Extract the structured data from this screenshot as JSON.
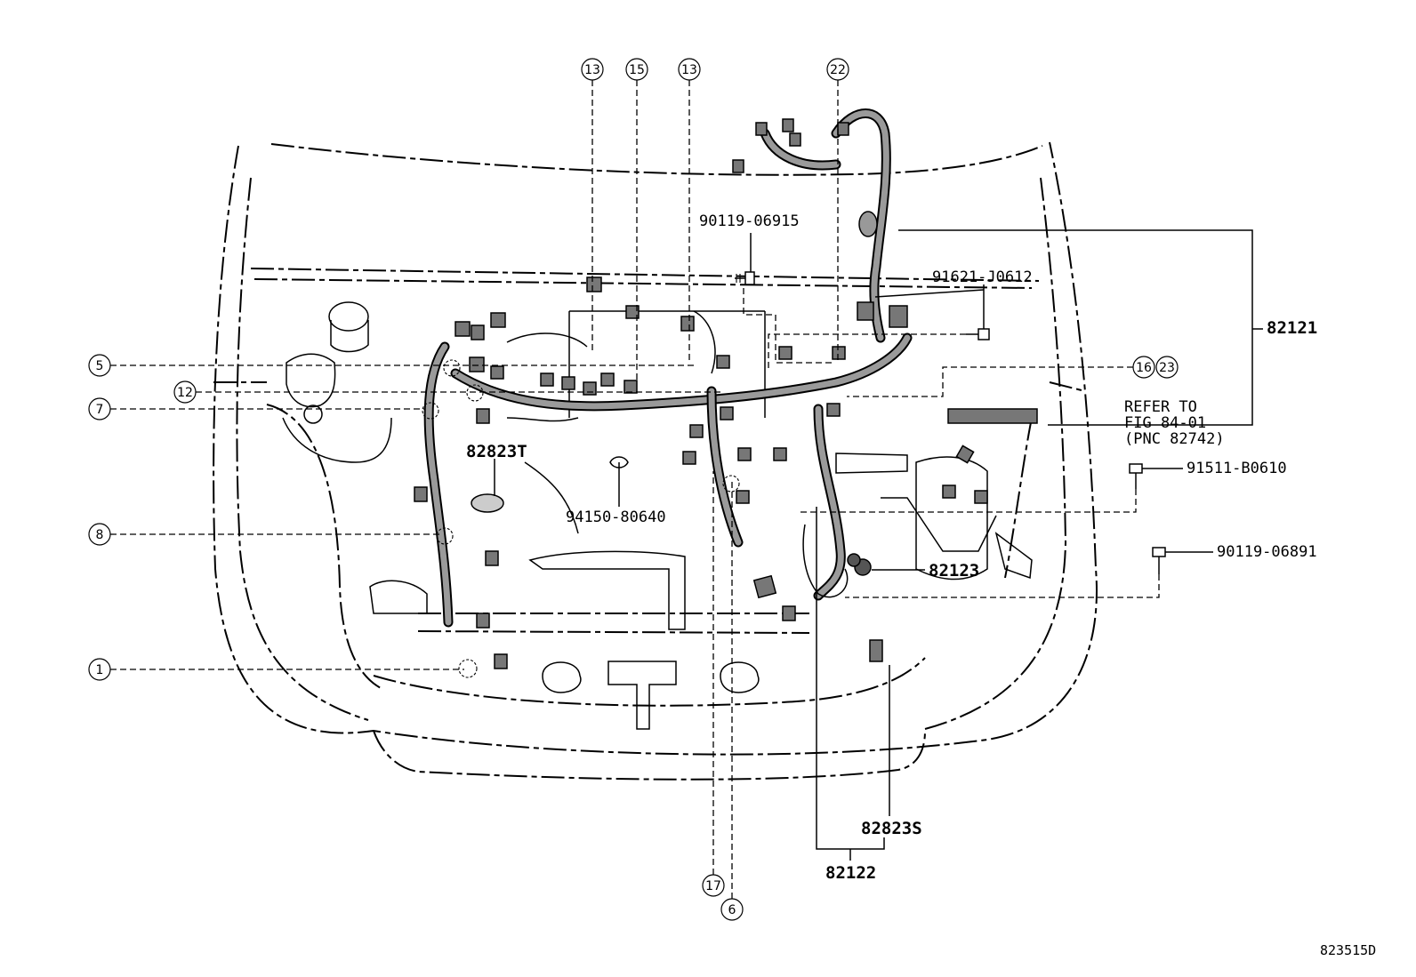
{
  "figure_code": "823515D",
  "callouts": [
    "13",
    "15",
    "13",
    "22",
    "5",
    "12",
    "7",
    "8",
    "1",
    "16",
    "23",
    "17",
    "6"
  ],
  "part_numbers": {
    "p90119_06915": "90119-06915",
    "p91621_J0612": "91621-J0612",
    "p82121": "82121",
    "p82823T": "82823T",
    "p94150_80640": "94150-80640",
    "p91511_B0610": "91511-B0610",
    "p90119_06891": "90119-06891",
    "p82123": "82123",
    "p82823S": "82823S",
    "p82122": "82122"
  },
  "refer": {
    "line1": "REFER TO",
    "line2": "FIG 84-01",
    "line3": "(PNC 82742)"
  }
}
